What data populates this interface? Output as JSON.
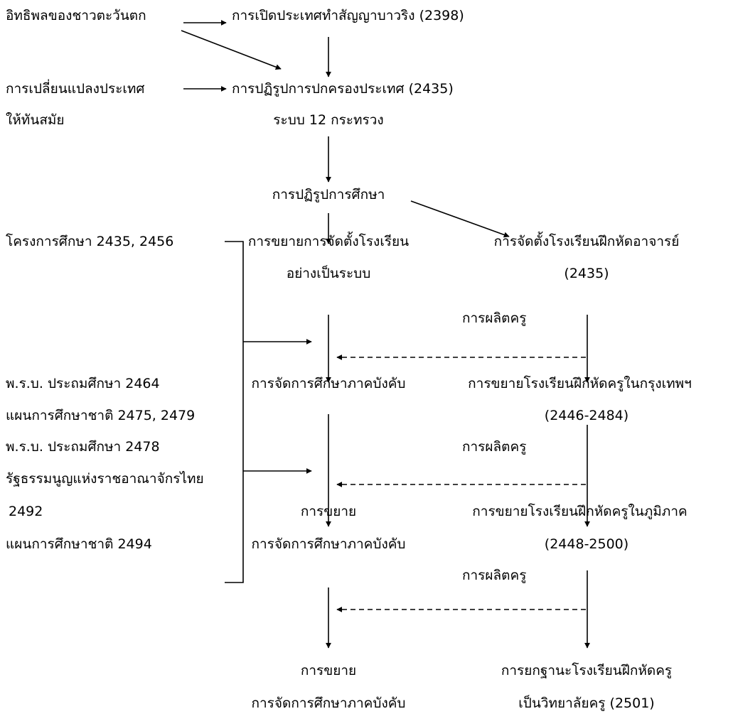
{
  "texts": {
    "western_influence": "อิทธิพลของชาวตะวันตก",
    "opening_country": "การเปิดประเทศทำสัญญาบาวริง (2398)",
    "modernize_1": "การเปลี่ยนแปลงประเทศ",
    "modernize_2": "ให้ทันสมัย",
    "admin_reform": "การปฏิรูปการปกครองประเทศ (2435)",
    "ministries": "ระบบ 12 กระทรวง",
    "edu_reform": "การปฏิรูปการศึกษา",
    "edu_projects": "โครงการศึกษา 2435, 2456",
    "expand_schools_1": "การขยายการจัดตั้งโรงเรียน",
    "expand_schools_2": "อย่างเป็นระบบ",
    "teacher_school_1": "การจัดตั้งโรงเรียนฝึกหัดอาจารย์",
    "teacher_school_2": "(2435)",
    "teacher_prod_1": "การผลิตครู",
    "left_2464": "พ.ร.บ. ประถมศึกษา 2464",
    "left_plan_2475": "แผนการศึกษาชาติ 2475, 2479",
    "left_2478": "พ.ร.บ. ประถมศึกษา 2478",
    "left_constitution": "รัฐธรรมนูญแห่งราชอาณาจักรไทย",
    "left_2492": "2492",
    "left_plan_2494": "แผนการศึกษาชาติ 2494",
    "compulsory": "การจัดการศึกษาภาคบังคับ",
    "bkk_teacher_1": "การขยายโรงเรียนฝึกหัดครูในกรุงเทพฯ",
    "bkk_teacher_2": "(2446-2484)",
    "teacher_prod_2": "การผลิตครู",
    "expand_comp_1a": "การขยาย",
    "expand_comp_1b": "การจัดการศึกษาภาคบังคับ",
    "regional_teacher_1": "การขยายโรงเรียนฝึกหัดครูในภูมิภาค",
    "regional_teacher_2": "(2448-2500)",
    "teacher_prod_3": "การผลิตครู",
    "expand_comp_2a": "การขยาย",
    "expand_comp_2b": "การจัดการศึกษาภาคบังคับ",
    "upgrade_1": "การยกฐานะโรงเรียนฝึกหัดครู",
    "upgrade_2": "เป็นวิทยาลัยครู (2501)"
  },
  "line_color": "#000000"
}
